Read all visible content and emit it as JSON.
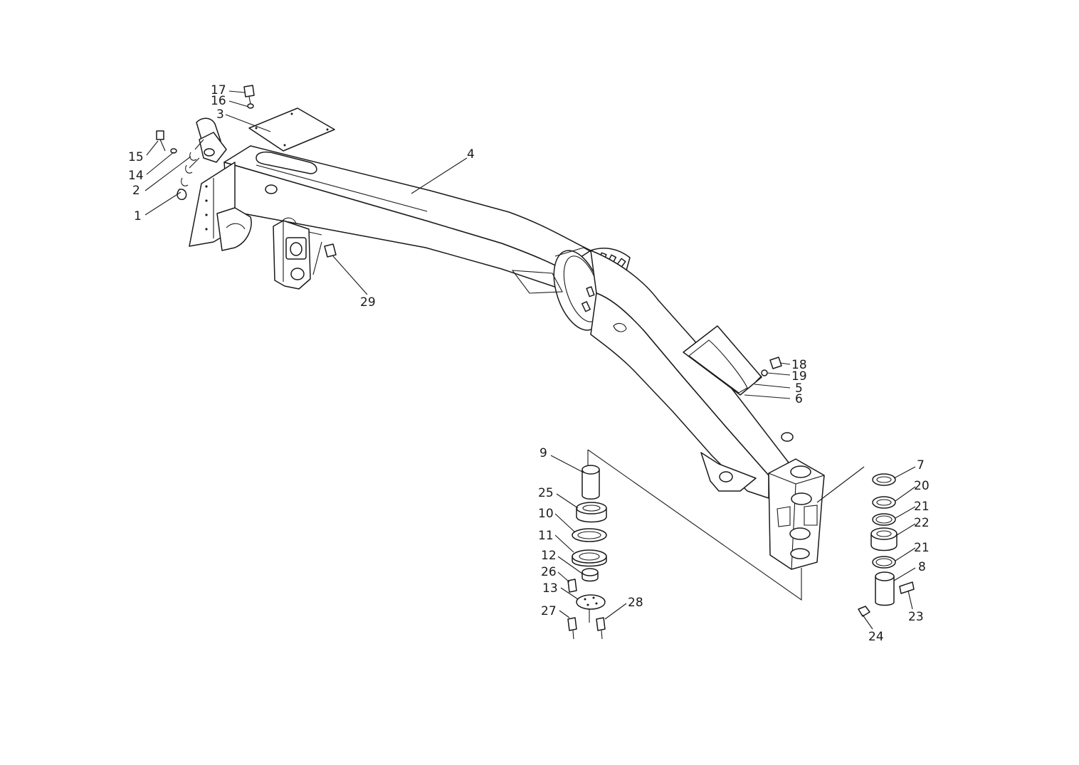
{
  "callouts": [
    {
      "id": "c17",
      "label": "17"
    },
    {
      "id": "c16",
      "label": "16"
    },
    {
      "id": "c3",
      "label": "3"
    },
    {
      "id": "c15",
      "label": "15"
    },
    {
      "id": "c14",
      "label": "14"
    },
    {
      "id": "c2",
      "label": "2"
    },
    {
      "id": "c1",
      "label": "1"
    },
    {
      "id": "c4",
      "label": "4"
    },
    {
      "id": "c29",
      "label": "29"
    },
    {
      "id": "c18",
      "label": "18"
    },
    {
      "id": "c19",
      "label": "19"
    },
    {
      "id": "c5",
      "label": "5"
    },
    {
      "id": "c6",
      "label": "6"
    },
    {
      "id": "c9",
      "label": "9"
    },
    {
      "id": "c25",
      "label": "25"
    },
    {
      "id": "c10",
      "label": "10"
    },
    {
      "id": "c11",
      "label": "11"
    },
    {
      "id": "c12",
      "label": "12"
    },
    {
      "id": "c26",
      "label": "26"
    },
    {
      "id": "c13",
      "label": "13"
    },
    {
      "id": "c27",
      "label": "27"
    },
    {
      "id": "c28",
      "label": "28"
    },
    {
      "id": "c7",
      "label": "7"
    },
    {
      "id": "c20",
      "label": "20"
    },
    {
      "id": "c21a",
      "label": "21"
    },
    {
      "id": "c22",
      "label": "22"
    },
    {
      "id": "c21b",
      "label": "21"
    },
    {
      "id": "c8",
      "label": "8"
    },
    {
      "id": "c23",
      "label": "23"
    },
    {
      "id": "c24",
      "label": "24"
    }
  ]
}
